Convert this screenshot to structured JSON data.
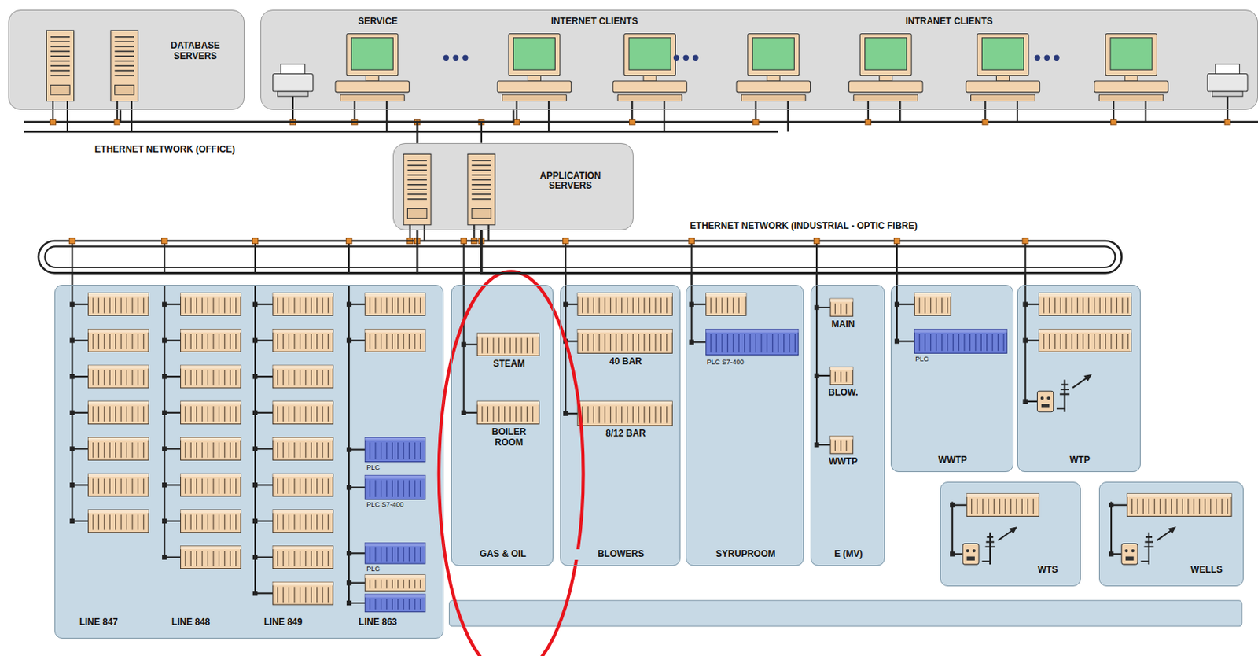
{
  "diagram": {
    "nodes": [
      {
        "text": [
          "DATABASE SERVERS"
        ]
      },
      {
        "text": [
          "SERVICE",
          "INTERNET CLIENTS",
          "INTRANET CLIENTS"
        ]
      },
      {
        "text": [
          "APPLICATION SERVERS"
        ]
      },
      {
        "text": [
          "LINE 847",
          "LINE 848",
          "LINE 849",
          "LINE 863"
        ]
      },
      {
        "text": [
          "PLC"
        ],
        "in": 3
      },
      {
        "text": [
          "PLC S7-400"
        ],
        "in": 3
      },
      {
        "text": [
          "PLC"
        ],
        "in": 3
      },
      {
        "text": [
          "GAS & OIL"
        ]
      },
      {
        "text": [
          "STEAM"
        ],
        "in": 7
      },
      {
        "text": [
          "BOILER ROOM"
        ],
        "in": 7
      },
      {
        "text": [
          "BLOWERS"
        ]
      },
      {
        "text": [
          "40 BAR"
        ],
        "in": 10
      },
      {
        "text": [
          "8/12 BAR"
        ],
        "in": 10
      },
      {
        "text": [
          "SYRUPROOM"
        ]
      },
      {
        "text": [
          "PLC S7-400"
        ],
        "in": 13
      },
      {
        "text": [
          "E (MV)"
        ]
      },
      {
        "text": [
          "MAIN"
        ],
        "in": 15
      },
      {
        "text": [
          "BLOW."
        ],
        "in": 15
      },
      {
        "text": [
          "WWTP"
        ],
        "in": 15
      },
      {
        "text": [
          "WWTP"
        ]
      },
      {
        "text": [
          "PLC"
        ],
        "in": 19
      },
      {
        "text": [
          "WTP"
        ]
      },
      {
        "text": [
          "WTS"
        ]
      },
      {
        "text": [
          "WELLS"
        ]
      }
    ],
    "edges": [
      {
        "from": 2,
        "to": 0,
        "arrow": "none"
      },
      {
        "from": 2,
        "to": 1,
        "arrow": "none"
      },
      {
        "from": 2,
        "to": 3,
        "arrow": "none"
      },
      {
        "from": 2,
        "to": 7,
        "arrow": "none"
      },
      {
        "from": 2,
        "to": 10,
        "arrow": "none"
      },
      {
        "from": 2,
        "to": 13,
        "arrow": "none"
      },
      {
        "from": 2,
        "to": 15,
        "arrow": "none"
      },
      {
        "from": 2,
        "to": 19,
        "arrow": "none"
      },
      {
        "from": 2,
        "to": 21,
        "arrow": "none"
      }
    ],
    "labels": [
      "ETHERNET NETWORK (OFFICE)",
      "ETHERNET NETWORK (INDUSTRIAL - OPTIC FIBRE)"
    ]
  }
}
